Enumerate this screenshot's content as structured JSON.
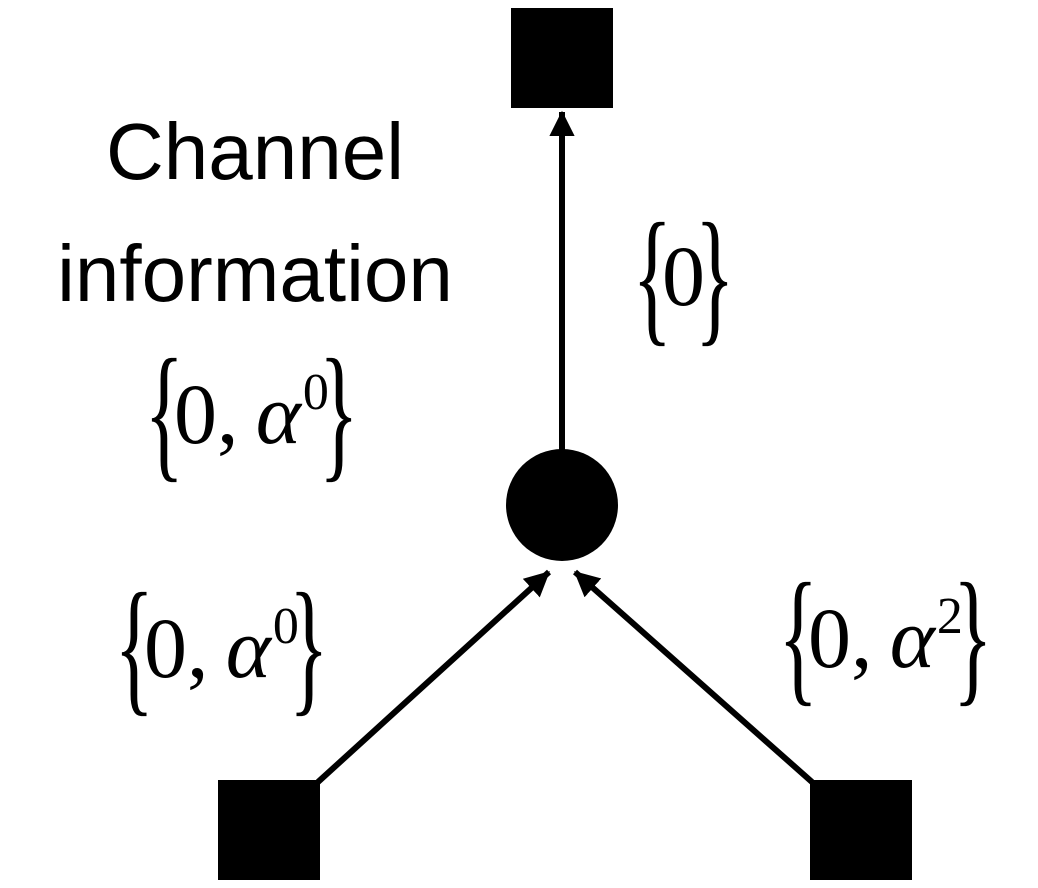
{
  "colors": {
    "ink": "#000000",
    "background": "#ffffff"
  },
  "heading": {
    "line1": "Channel",
    "line2": "information"
  },
  "labels": {
    "top_edge": {
      "open": "{",
      "content": "0",
      "close": "}"
    },
    "left_mid": {
      "open": "{",
      "prefix": "0, ",
      "variable": "α",
      "exponent": "0",
      "close": "}"
    },
    "bottom_left_edge": {
      "open": "{",
      "prefix": "0, ",
      "variable": "α",
      "exponent": "0",
      "close": "}"
    },
    "bottom_right_edge": {
      "open": "{",
      "prefix": "0, ",
      "variable": "α",
      "exponent": "2",
      "close": "}"
    }
  }
}
